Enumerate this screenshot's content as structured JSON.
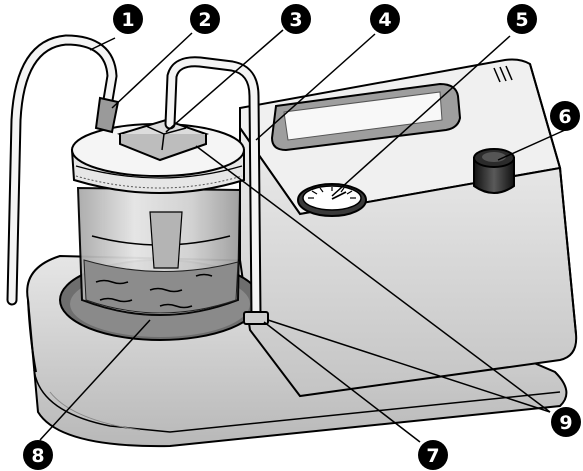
{
  "figure": {
    "subject": "suction-pump-device",
    "ink_color": "#000000",
    "body_color": "#d8d8d8",
    "shadow_color": "#a8a8a8",
    "highlight_color": "#f4f4f4",
    "jar_color": "#c9c9c9",
    "fluid_color": "#8c8c8c"
  },
  "callouts": [
    {
      "id": "1",
      "label": "1"
    },
    {
      "id": "2",
      "label": "2"
    },
    {
      "id": "3",
      "label": "3"
    },
    {
      "id": "4",
      "label": "4"
    },
    {
      "id": "5",
      "label": "5"
    },
    {
      "id": "6",
      "label": "6"
    },
    {
      "id": "7",
      "label": "7"
    },
    {
      "id": "8",
      "label": "8"
    },
    {
      "id": "9",
      "label": "9"
    }
  ]
}
